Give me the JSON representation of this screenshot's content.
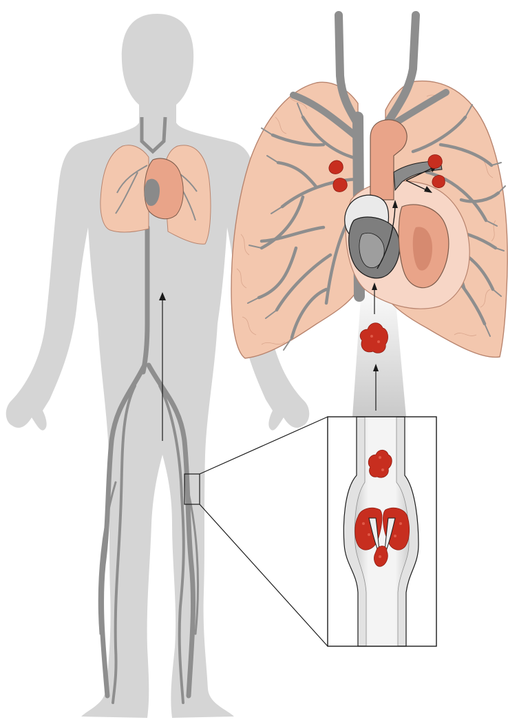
{
  "figure": {
    "subject": "deep-vein-thrombosis-to-pulmonary-embolism",
    "colors": {
      "background": "#ffffff",
      "silhouette": "#d5d5d5",
      "vein": "#8e8e8e",
      "vein_light": "#e6e6e6",
      "lung_fill": "#f3c7ae",
      "lung_edge": "#b8846e",
      "heart_fill": "#e9a489",
      "heart_dark": "#8a8a8a",
      "clot": "#c72e1f",
      "clot_dark": "#8e1a10",
      "outline": "#1a1a1a"
    },
    "panels": [
      {
        "name": "body-overview"
      },
      {
        "name": "lungs-and-heart-enlarged"
      },
      {
        "name": "vein-section-with-clot"
      }
    ]
  }
}
